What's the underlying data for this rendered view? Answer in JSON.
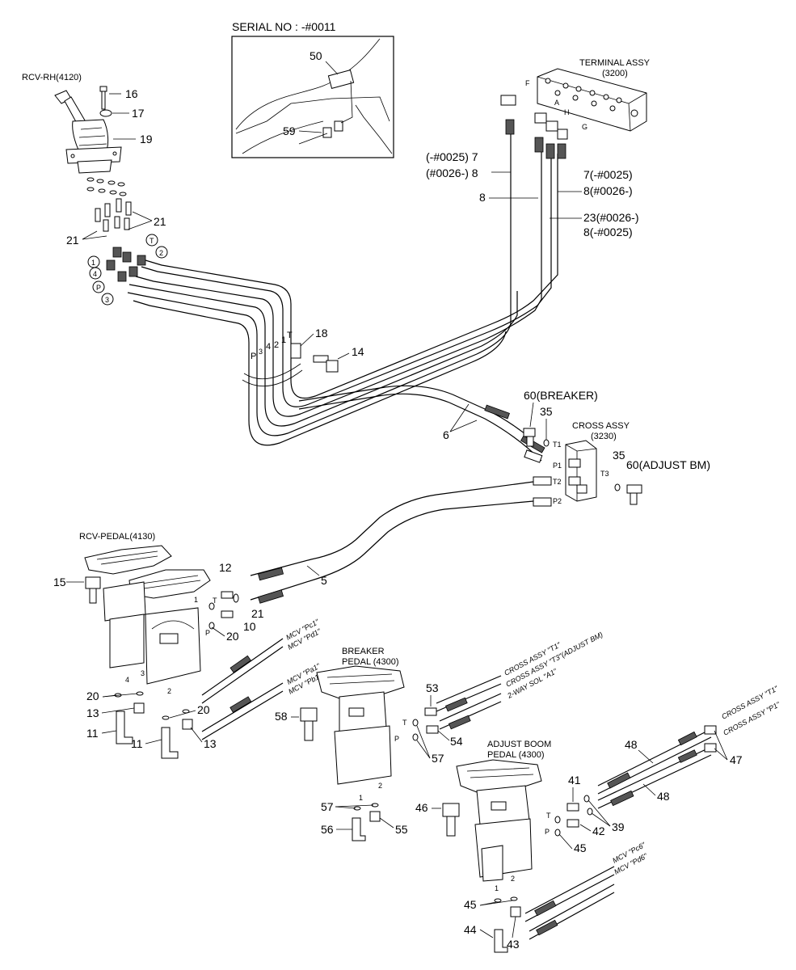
{
  "serial_box": {
    "title": "SERIAL NO : -#0011",
    "parts": [
      "50",
      "59"
    ]
  },
  "assemblies": {
    "rcv_rh": "RCV-RH(4120)",
    "terminal_line1": "TERMINAL ASSY",
    "terminal_line2": "(3200)",
    "cross_line1": "CROSS ASSY",
    "cross_line2": "(3230)",
    "rcv_pedal": "RCV-PEDAL(4130)",
    "breaker_line1": "BREAKER",
    "breaker_line2": "PEDAL (4300)",
    "adjust_line1": "ADJUST BOOM",
    "adjust_line2": "PEDAL (4300)"
  },
  "callouts": {
    "c16": "16",
    "c17": "17",
    "c19": "19",
    "c21a": "21",
    "c21b": "21",
    "c18": "18",
    "c14": "14",
    "c6": "6",
    "c5": "5",
    "c60a": "60(BREAKER)",
    "c35a": "35",
    "c35b": "35",
    "c60b": "60(ADJUST BM)",
    "c7a": "(-#0025) 7",
    "c8a": "(#0026-) 8",
    "c8b": "8",
    "c7b": "7(-#0025)",
    "c8c": "8(#0026-)",
    "c23": "23(#0026-)",
    "c8d": "8(-#0025)",
    "c15": "15",
    "c12": "12",
    "c10": "10",
    "c21c": "21",
    "c20a": "20",
    "c20b": "20",
    "c20c": "20",
    "c13a": "13",
    "c11a": "11",
    "c11b": "11",
    "c13b": "13",
    "c58": "58",
    "c53": "53",
    "c54": "54",
    "c57a": "57",
    "c57b": "57",
    "c56": "56",
    "c55": "55",
    "c48a": "48",
    "c48b": "48",
    "c47": "47",
    "c41": "41",
    "c42": "42",
    "c39": "39",
    "c46": "46",
    "c45a": "45",
    "c45b": "45",
    "c44": "44",
    "c43": "43"
  },
  "ports": {
    "p1": "1",
    "p4": "4",
    "pP": "P",
    "p3": "3",
    "pT": "T",
    "p2": "2",
    "hoseP": "P",
    "hose3": "3",
    "hose4": "4",
    "hose2": "2",
    "hose1": "1",
    "hoseT": "T",
    "tF": "F",
    "tH": "H",
    "tG": "G",
    "tA": "A",
    "xT1": "T1",
    "xP1": "P1",
    "xT2": "T2",
    "xP2": "P2",
    "xT3": "T3",
    "rp1": "1",
    "rp3": "3",
    "rp4": "4",
    "rp2": "2",
    "rpT": "T",
    "rpP": "P",
    "bT": "T",
    "bP": "P",
    "b1": "1",
    "b2": "2",
    "aT": "T",
    "aP": "P",
    "a1": "1",
    "a2": "2"
  },
  "notes": {
    "mcv_pc1": "MCV \"Pc1\"",
    "mcv_pd1": "MCV \"Pd1\"",
    "mcv_pa1": "MCV \"Pa1\"",
    "mcv_pb1": "MCV \"Pb1\"",
    "cross_t1": "CROSS ASSY \"T1\"",
    "cross_t3": "CROSS ASSY \"T3\"(ADJUST BM)",
    "sol_a1": "2-WAY SOL \"A1\"",
    "cross_t1b": "CROSS ASSY \"T1\"",
    "cross_p1": "CROSS ASSY \"P1\"",
    "mcv_pc6": "MCV \"Pc6\"",
    "mcv_pd6": "MCV \"Pd6\""
  }
}
